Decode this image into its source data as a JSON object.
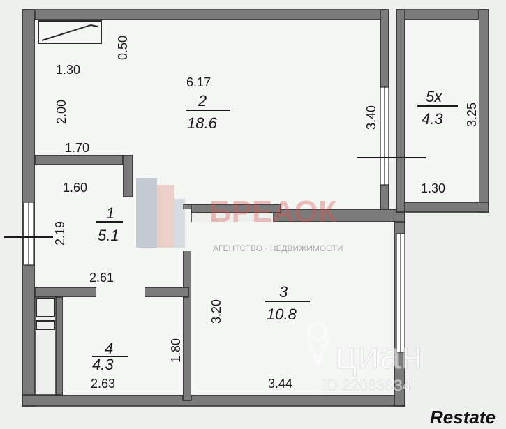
{
  "rooms": {
    "living": {
      "number": "2",
      "area": "18.6"
    },
    "room1": {
      "number": "1",
      "area": "5.1"
    },
    "room3": {
      "number": "3",
      "area": "10.8"
    },
    "room4": {
      "number": "4",
      "area": "4.3"
    },
    "balcony": {
      "number": "5х",
      "area": "4.3"
    }
  },
  "dimensions": {
    "d_0_50": "0.50",
    "d_1_30_top": "1.30",
    "d_2_00": "2.00",
    "d_6_17": "6.17",
    "d_3_40": "3.40",
    "d_3_25": "3.25",
    "d_1_30_bal": "1.30",
    "d_1_70": "1.70",
    "d_1_60": "1.60",
    "d_2_19": "2.19",
    "d_2_61": "2.61",
    "d_3_20": "3.20",
    "d_1_80": "1.80",
    "d_2_63": "2.63",
    "d_3_44": "3.44"
  },
  "watermarks": {
    "agency_name": "БРЕАОК",
    "agency_sub": "АГЕНТСТВО · НЕДВИЖИМОСТИ",
    "cian_name": "циан",
    "cian_id": "ID 220836З4",
    "restate": "Restate"
  },
  "colors": {
    "wall": "#7b7b7b",
    "wall_edge": "#2a2a2a",
    "floor": "#f4f6f4",
    "agency_red": "#d9534f"
  }
}
